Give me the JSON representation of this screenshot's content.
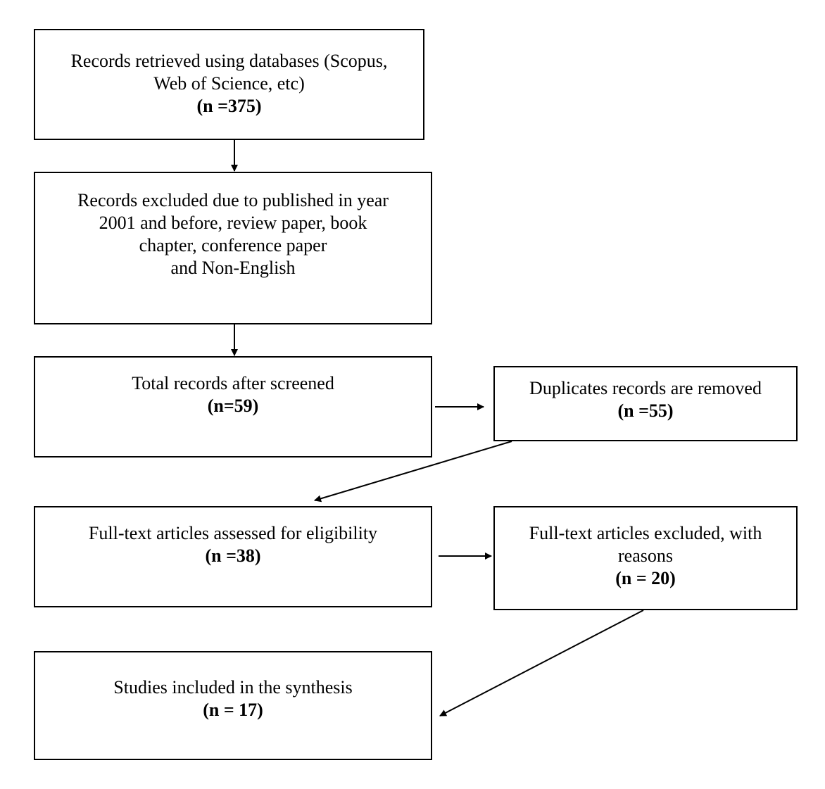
{
  "boxes": {
    "retrieved": {
      "lines": [
        "Records retrieved using databases (Scopus,",
        "Web of Science, etc)"
      ],
      "count": "(n =375)"
    },
    "excluded_initial": {
      "lines": [
        "Records excluded due to published in year",
        "2001 and before, review paper, book",
        "chapter, conference paper",
        "and Non-English"
      ]
    },
    "screened": {
      "lines": [
        "Total records after screened"
      ],
      "count": "(n=59)"
    },
    "duplicates": {
      "lines": [
        "Duplicates records are removed"
      ],
      "count": "(n =55)"
    },
    "fulltext_assessed": {
      "lines": [
        "Full-text articles assessed for eligibility"
      ],
      "count": "(n =38)"
    },
    "fulltext_excluded": {
      "lines": [
        "Full-text articles excluded, with",
        "reasons"
      ],
      "count": "(n = 20)"
    },
    "included": {
      "lines": [
        "Studies included in the synthesis"
      ],
      "count": "(n = 17)"
    }
  }
}
